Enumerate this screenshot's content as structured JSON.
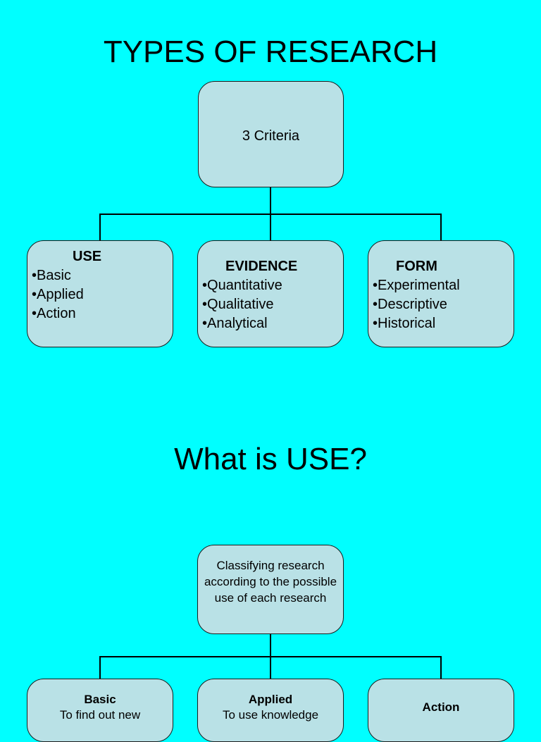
{
  "diagram1": {
    "title": "TYPES OF RESEARCH",
    "root": "3 Criteria",
    "children": [
      {
        "heading": "USE",
        "items": [
          "Basic",
          "Applied",
          "Action"
        ]
      },
      {
        "heading": "EVIDENCE",
        "items": [
          "Quantitative",
          "Qualitative",
          "Analytical"
        ]
      },
      {
        "heading": "FORM",
        "items": [
          "Experimental",
          "Descriptive",
          "Historical"
        ]
      }
    ]
  },
  "diagram2": {
    "title": "What is USE?",
    "root": "Classifying research according to the possible use of each research",
    "children": [
      {
        "heading": "Basic",
        "text": "To find out new"
      },
      {
        "heading": "Applied",
        "text": "To use knowledge"
      },
      {
        "heading": "Action",
        "text": ""
      }
    ]
  },
  "colors": {
    "background": "#00ffff",
    "box_fill": "#b9e1e6",
    "box_border": "#1c1c1c",
    "connector": "#000000"
  }
}
